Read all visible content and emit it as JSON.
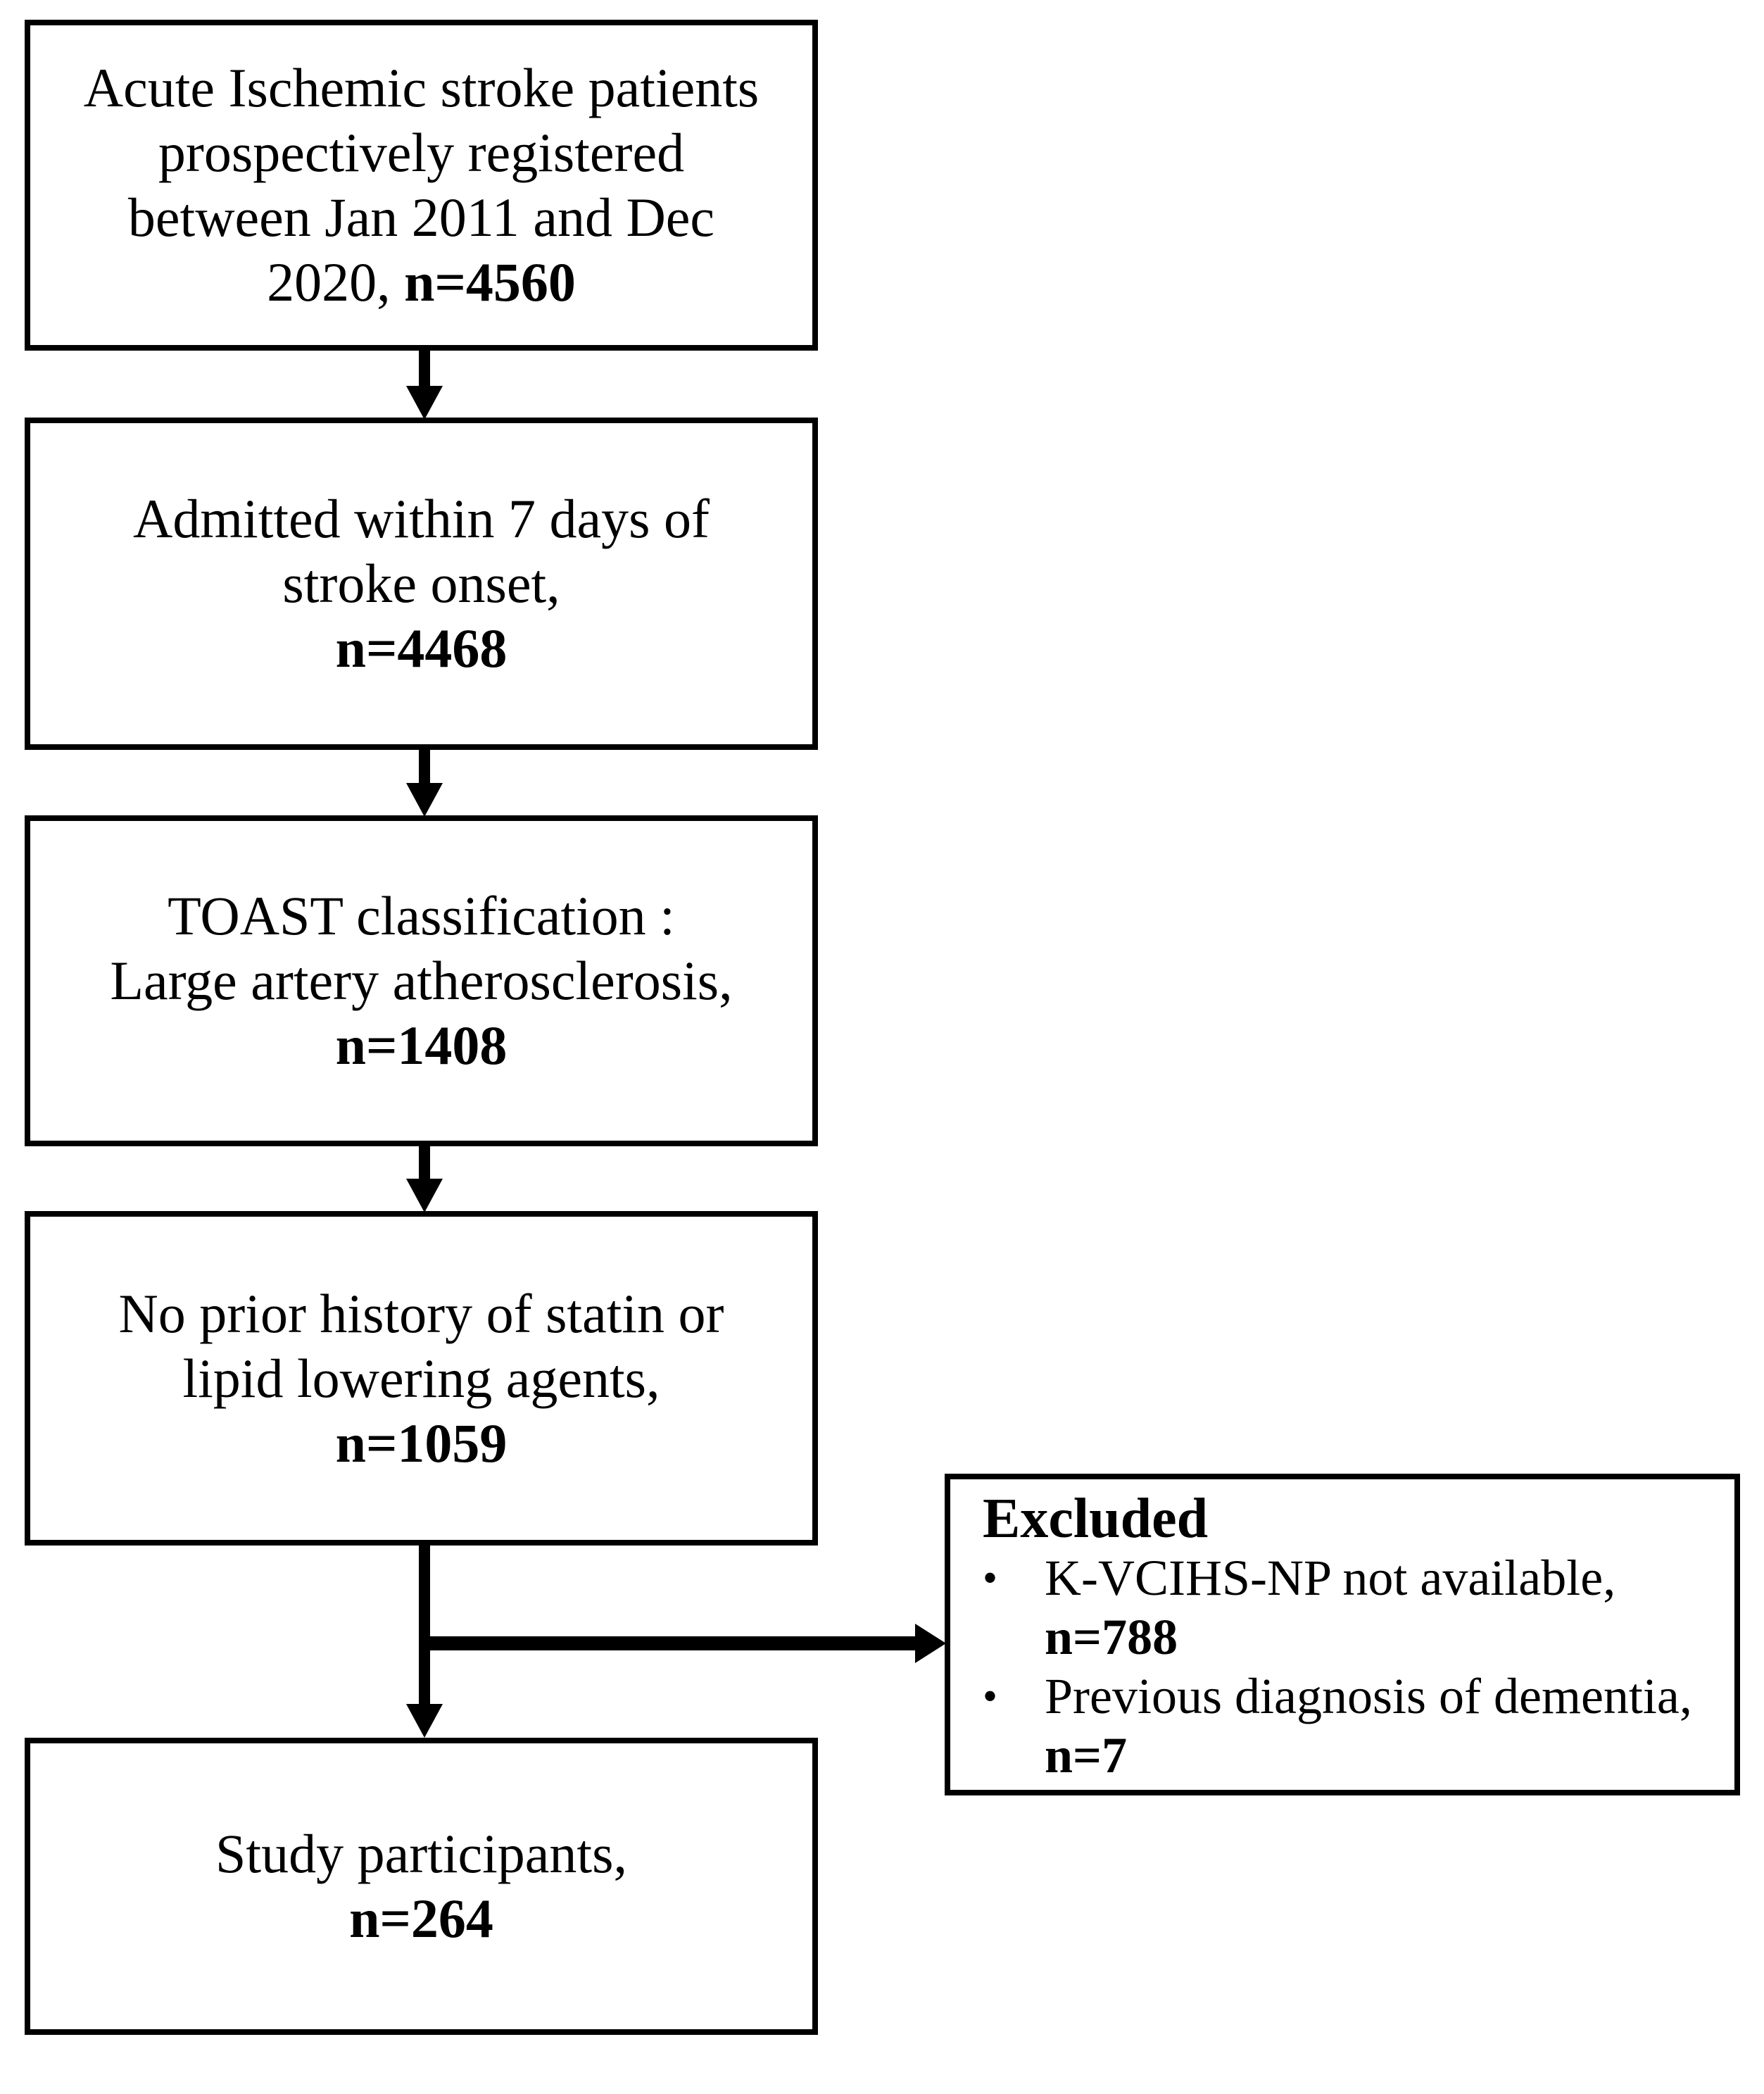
{
  "figure": {
    "background": "#ffffff",
    "ink": "#000000"
  },
  "boxes": {
    "registered": {
      "line1": "Acute Ischemic stroke patients",
      "line2": "prospectively registered",
      "line3": "between Jan 2011 and Dec",
      "line4_prefix": "2020, ",
      "line4_n": "n=4560"
    },
    "admitted": {
      "line1": "Admitted within 7 days of",
      "line2": "stroke onset,",
      "n": "n=4468"
    },
    "toast": {
      "line1": "TOAST classification :",
      "line2": "Large artery atherosclerosis,",
      "n": "n=1408"
    },
    "no_statin": {
      "line1": "No prior history of statin or",
      "line2": "lipid lowering agents,",
      "n": "n=1059"
    },
    "participants": {
      "line1": "Study participants,",
      "n": "n=264"
    },
    "excluded": {
      "title": "Excluded",
      "bullet_glyph": "•",
      "item1_text": "K-VCIHS-NP not available,",
      "item1_n": "n=788",
      "item2_text": "Previous diagnosis of dementia,",
      "item2_n": "n=7"
    }
  }
}
